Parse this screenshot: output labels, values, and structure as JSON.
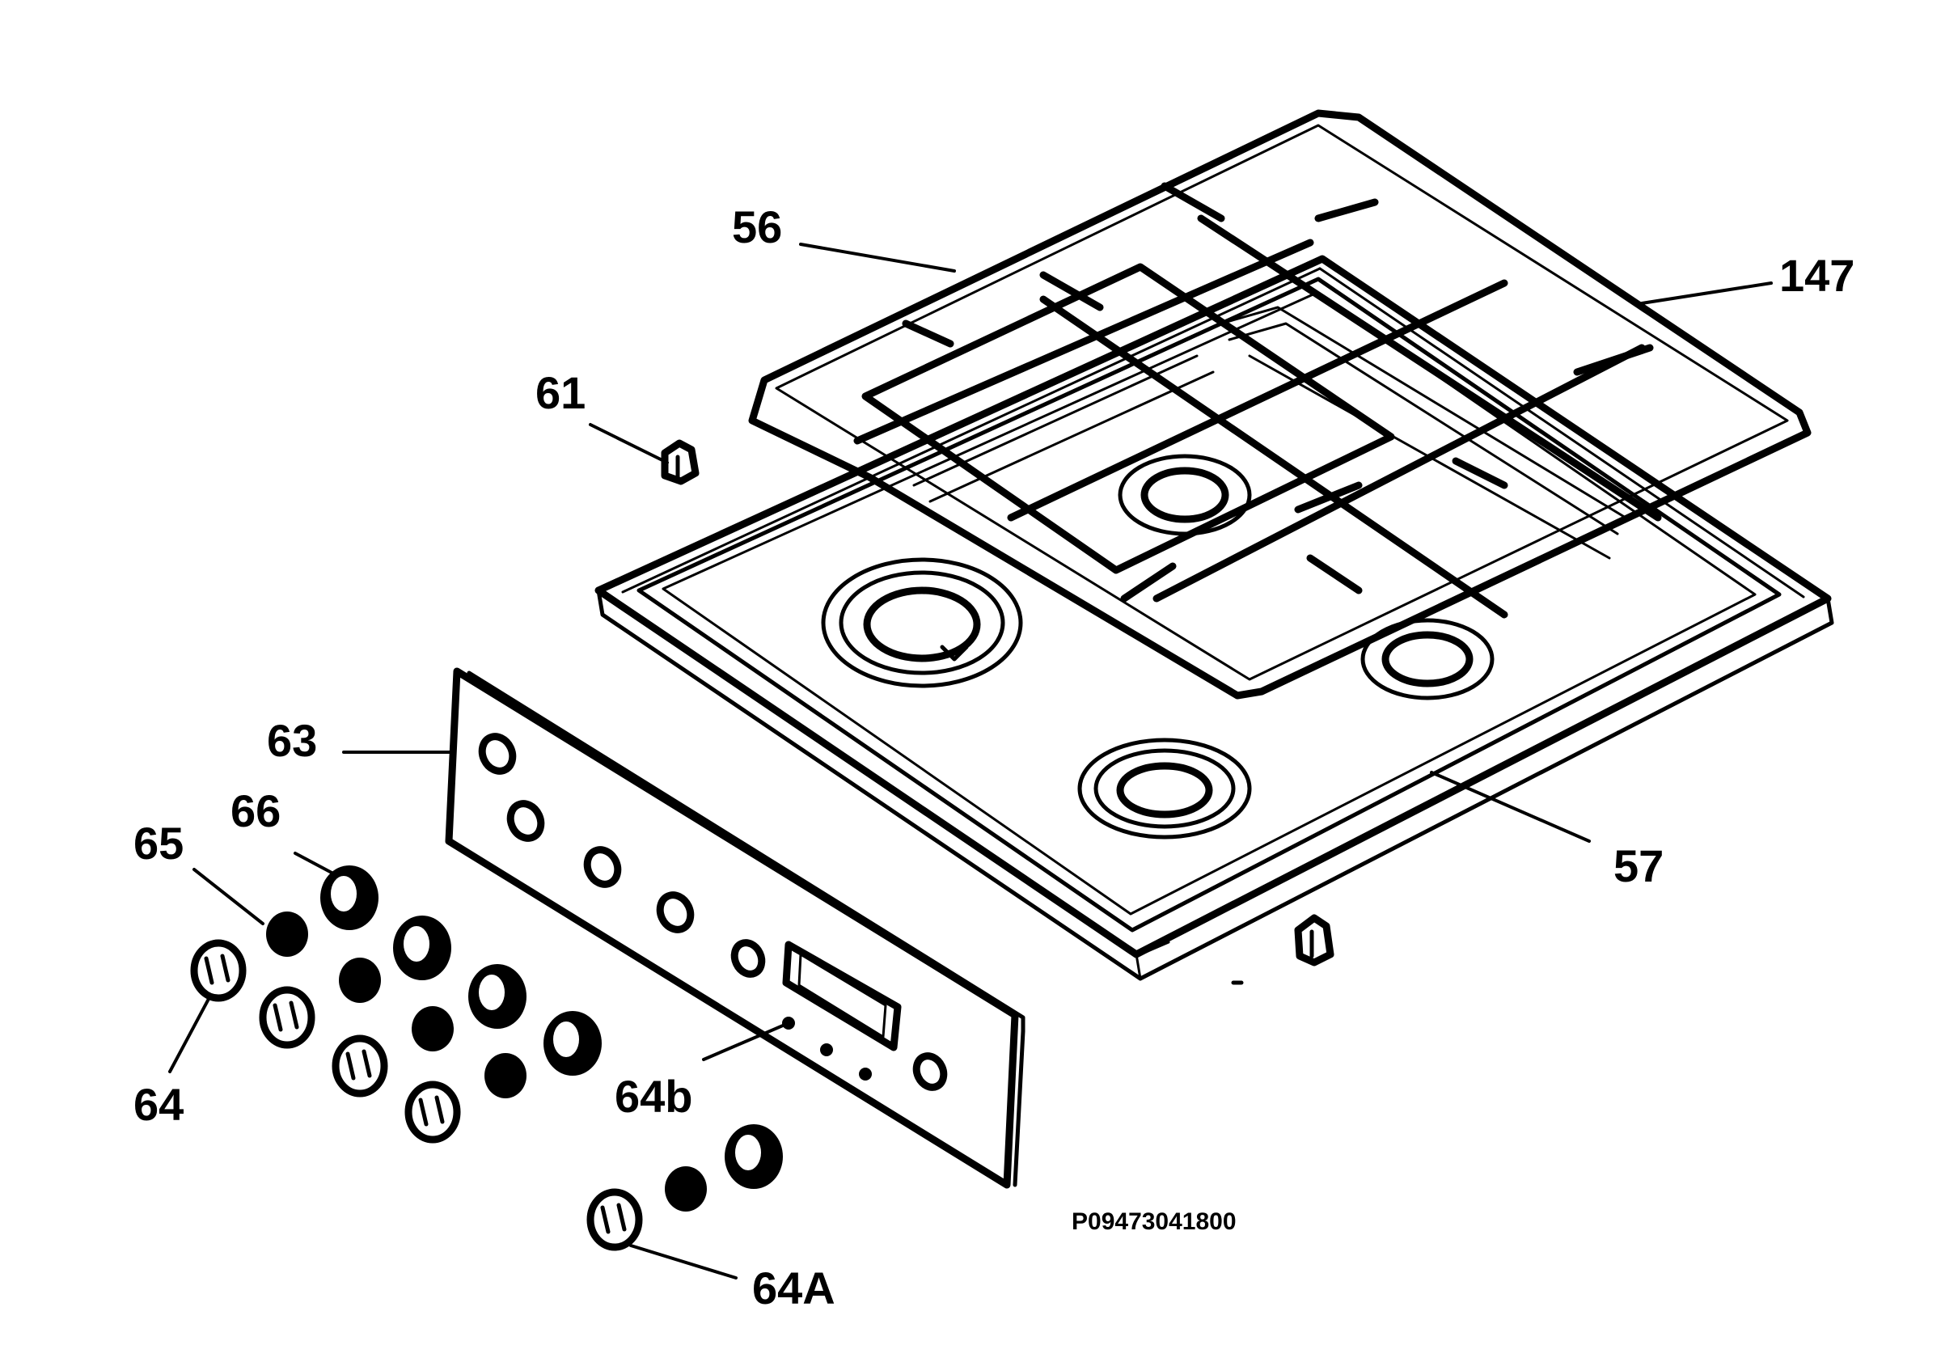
{
  "diagram": {
    "labels": {
      "l56": "56",
      "l147": "147",
      "l61": "61",
      "l63": "63",
      "l66": "66",
      "l65": "65",
      "l64": "64",
      "l64b": "64b",
      "l57": "57",
      "l64A": "64A"
    },
    "code": "P09473041800"
  }
}
